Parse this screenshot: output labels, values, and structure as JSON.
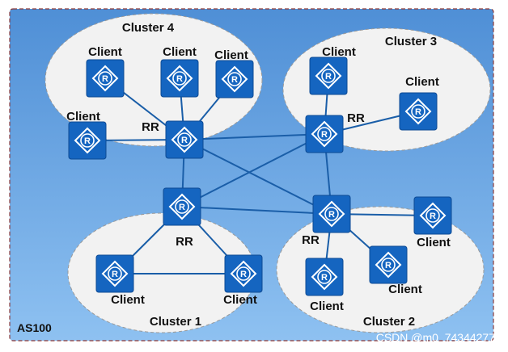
{
  "as_label": "AS100",
  "watermark": "CSDN @m0_74344277",
  "colors": {
    "background_top": "#4f8fd6",
    "background_bottom": "#8ec1f1",
    "cluster_fill": "#f2f2f2",
    "router_fill": "#1565c0",
    "link": "#1a5ea8"
  },
  "icon": "router-icon",
  "clusters": [
    {
      "id": "c4",
      "label": "Cluster 4"
    },
    {
      "id": "c3",
      "label": "Cluster 3"
    },
    {
      "id": "c1",
      "label": "Cluster 1"
    },
    {
      "id": "c2",
      "label": "Cluster 2"
    }
  ],
  "routers": [
    {
      "id": "c4-rr",
      "label": "RR"
    },
    {
      "id": "c4-cl1",
      "label": "Client"
    },
    {
      "id": "c4-cl2",
      "label": "Client"
    },
    {
      "id": "c4-cl3",
      "label": "Client"
    },
    {
      "id": "c4-cl4",
      "label": "Client"
    },
    {
      "id": "c3-rr",
      "label": "RR"
    },
    {
      "id": "c3-cl1",
      "label": "Client"
    },
    {
      "id": "c3-cl2",
      "label": "Client"
    },
    {
      "id": "c1-rr",
      "label": "RR"
    },
    {
      "id": "c1-cl1",
      "label": "Client"
    },
    {
      "id": "c1-cl2",
      "label": "Client"
    },
    {
      "id": "c2-rr",
      "label": "RR"
    },
    {
      "id": "c2-cl1",
      "label": "Client"
    },
    {
      "id": "c2-cl2",
      "label": "Client"
    },
    {
      "id": "c2-cl3",
      "label": "Client"
    }
  ],
  "links": [
    [
      "c4-rr",
      "c4-cl1"
    ],
    [
      "c4-rr",
      "c4-cl2"
    ],
    [
      "c4-rr",
      "c4-cl3"
    ],
    [
      "c4-rr",
      "c4-cl4"
    ],
    [
      "c3-rr",
      "c3-cl1"
    ],
    [
      "c3-rr",
      "c3-cl2"
    ],
    [
      "c1-rr",
      "c1-cl1"
    ],
    [
      "c1-rr",
      "c1-cl2"
    ],
    [
      "c1-cl1",
      "c1-cl2"
    ],
    [
      "c2-rr",
      "c2-cl1"
    ],
    [
      "c2-rr",
      "c2-cl2"
    ],
    [
      "c2-rr",
      "c2-cl3"
    ],
    [
      "c4-rr",
      "c3-rr"
    ],
    [
      "c4-rr",
      "c1-rr"
    ],
    [
      "c4-rr",
      "c2-rr"
    ],
    [
      "c3-rr",
      "c1-rr"
    ],
    [
      "c3-rr",
      "c2-rr"
    ],
    [
      "c1-rr",
      "c2-rr"
    ]
  ]
}
